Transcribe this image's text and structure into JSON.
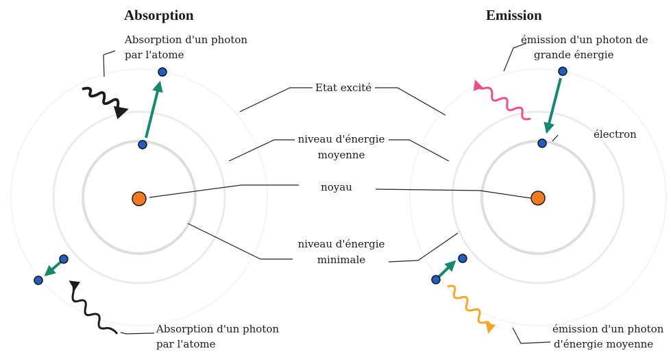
{
  "headings": {
    "absorption": "Absorption",
    "emission": "Emission"
  },
  "labels": {
    "abs_top": [
      "Absorption d'un photon",
      "par l'atome"
    ],
    "abs_bottom": [
      "Absorption d'un photon",
      "par l'atome"
    ],
    "em_top": [
      "émission d'un photon de",
      "grande énergie"
    ],
    "em_bottom": [
      "émission d'un photon",
      "d'énergie moyenne"
    ],
    "electron": "électron",
    "etat_excite": "Etat excité",
    "niveau_moyenne": [
      "niveau d'énergie",
      "moyenne"
    ],
    "noyau": "noyau",
    "niveau_minimale": [
      "niveau d'énergie",
      "minimale"
    ]
  },
  "colors": {
    "ring_inner": "#dddddd",
    "ring_outer": "#ebebeb",
    "nucleus": "#f27b22",
    "electron": "#1f5fbf",
    "transition_arrow": "#138a6e",
    "photon_absorbed": "#1c1c1c",
    "photon_high_energy": "#ee4e8c",
    "photon_medium_energy": "#f6a623",
    "leader": "#222222"
  }
}
